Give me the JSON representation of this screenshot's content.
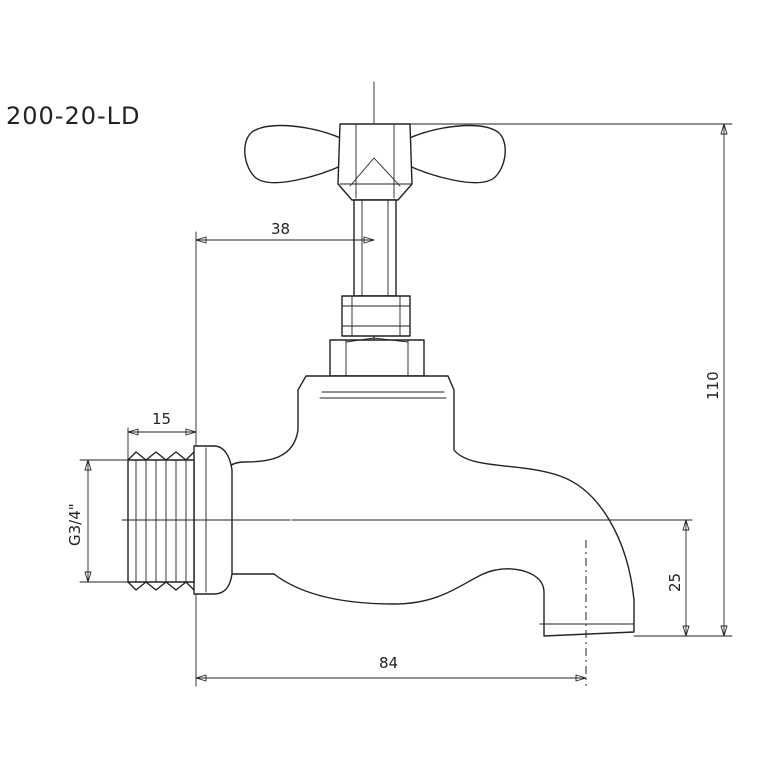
{
  "diagram": {
    "model_code": "200-20-LD",
    "dimensions": {
      "handle_offset": "38",
      "thread_length": "15",
      "thread_size": "G3/4\"",
      "total_height": "110",
      "spout_drop": "25",
      "total_length": "84"
    }
  }
}
